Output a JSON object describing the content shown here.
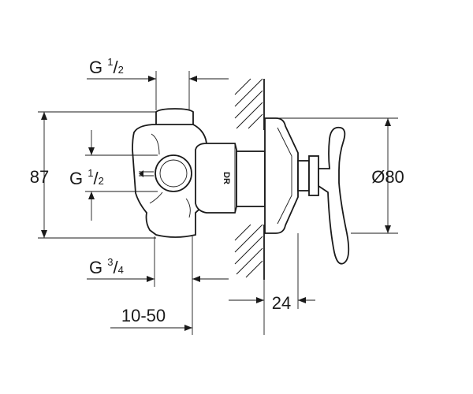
{
  "dimensions": {
    "top_thread": {
      "prefix": "G ",
      "num": "1",
      "den": "2"
    },
    "side_thread": {
      "prefix": "G ",
      "num": "1",
      "den": "2"
    },
    "bottom_thread": {
      "prefix": "G ",
      "num": "3",
      "den": "4"
    },
    "height": "87",
    "diameter": "Ø80",
    "depth": "24",
    "range": "10-50"
  },
  "labels": {
    "body_mark": "DR"
  }
}
